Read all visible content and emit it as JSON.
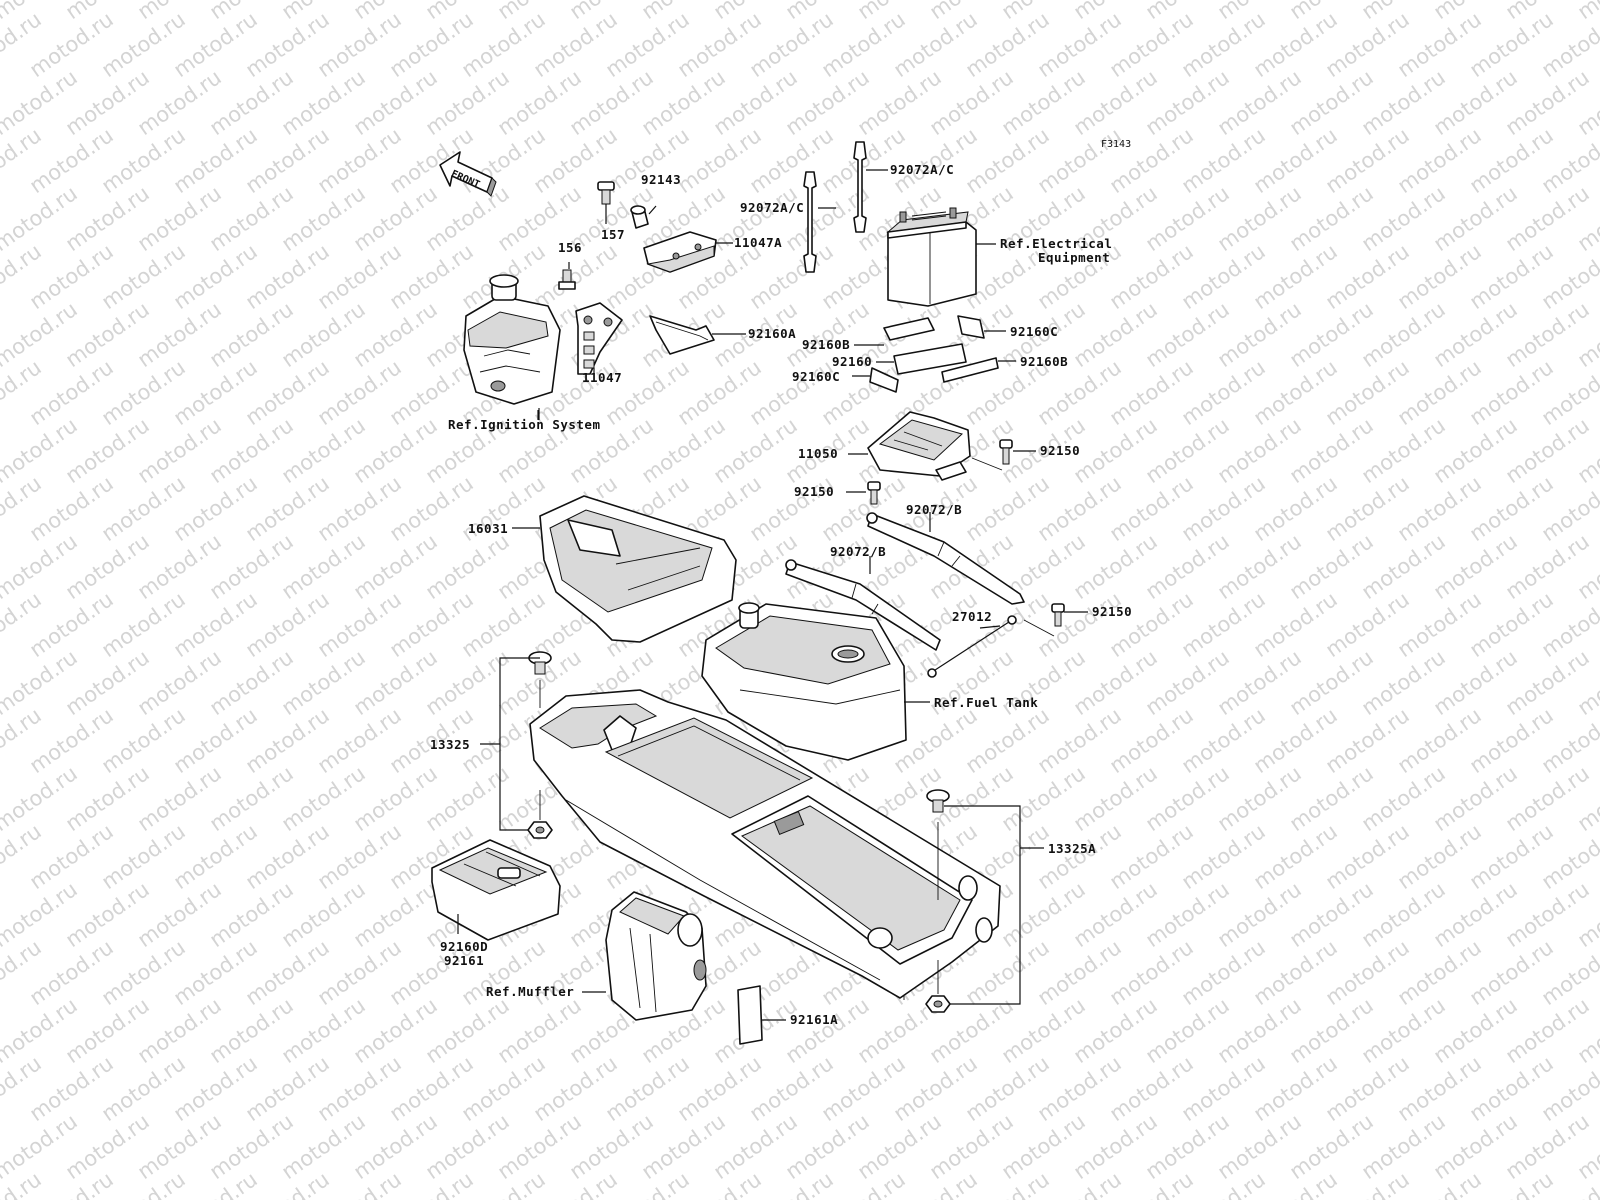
{
  "figure_code": "F3143",
  "front_arrow_label": "FRONT",
  "watermark": "motod.ru",
  "labels": {
    "p92143": "92143",
    "p157": "157",
    "p156": "156",
    "p11047A": "11047A",
    "p11047": "11047",
    "ref_ignition": "Ref.Ignition System",
    "p92072AC_top": "92072A/C",
    "p92072AC_left": "92072A/C",
    "ref_electrical_1": "Ref.Electrical",
    "ref_electrical_2": "Equipment",
    "p92160A": "92160A",
    "p92160B_left": "92160B",
    "p92160C_right": "92160C",
    "p92160": "92160",
    "p92160B_right": "92160B",
    "p92160C_left": "92160C",
    "p11050": "11050",
    "p92150_a": "92150",
    "p92150_b": "92150",
    "p92072B_top": "92072/B",
    "p92072B_left": "92072/B",
    "p16031": "16031",
    "p27012": "27012",
    "p92150_c": "92150",
    "ref_fuel_tank": "Ref.Fuel Tank",
    "p13325": "13325",
    "p13325A": "13325A",
    "p92160D": "92160D",
    "p92161": "92161",
    "ref_muffler": "Ref.Muffler",
    "p92161A": "92161A"
  }
}
